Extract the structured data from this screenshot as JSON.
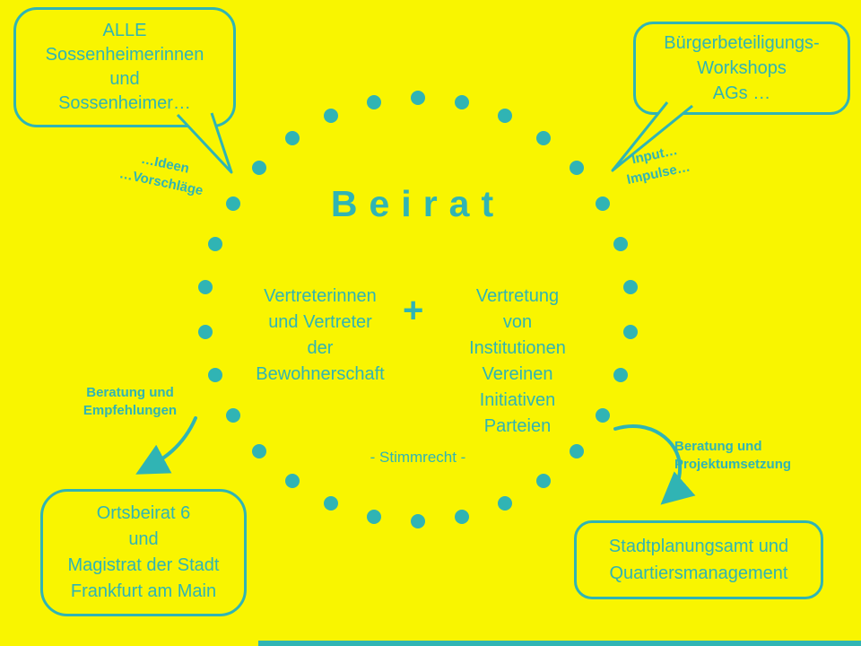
{
  "colors": {
    "background": "#F9F500",
    "accent": "#30B4B4"
  },
  "title": "Beirat",
  "bubbles": {
    "top_left": {
      "text": "ALLE\nSossenheimerinnen\nund\nSossenheimer…"
    },
    "top_right": {
      "text": "Bürgerbeteiligungs-\nWorkshops\nAGs …"
    },
    "bottom_left": {
      "text": "Ortsbeirat 6\nund\nMagistrat der Stadt\nFrankfurt am Main"
    },
    "bottom_right": {
      "text": "Stadtplanungsamt und\nQuartiersmanagement"
    }
  },
  "labels": {
    "ideas": {
      "text": "…Ideen\n…Vorschläge"
    },
    "input": {
      "text": "Input…\nImpulse…"
    },
    "advice_left": {
      "text": "Beratung und\nEmpfehlungen"
    },
    "advice_right": {
      "text": "Beratung und\nProjektumsetzung"
    }
  },
  "circle": {
    "members_left": "Vertreterinnen\nund Vertreter\nder\nBewohnerschaft",
    "plus": "+",
    "members_right": "Vertretung\nvon\nInstitutionen\nVereinen\nInitiativen\nParteien",
    "voting_note": "- Stimmrecht -"
  }
}
